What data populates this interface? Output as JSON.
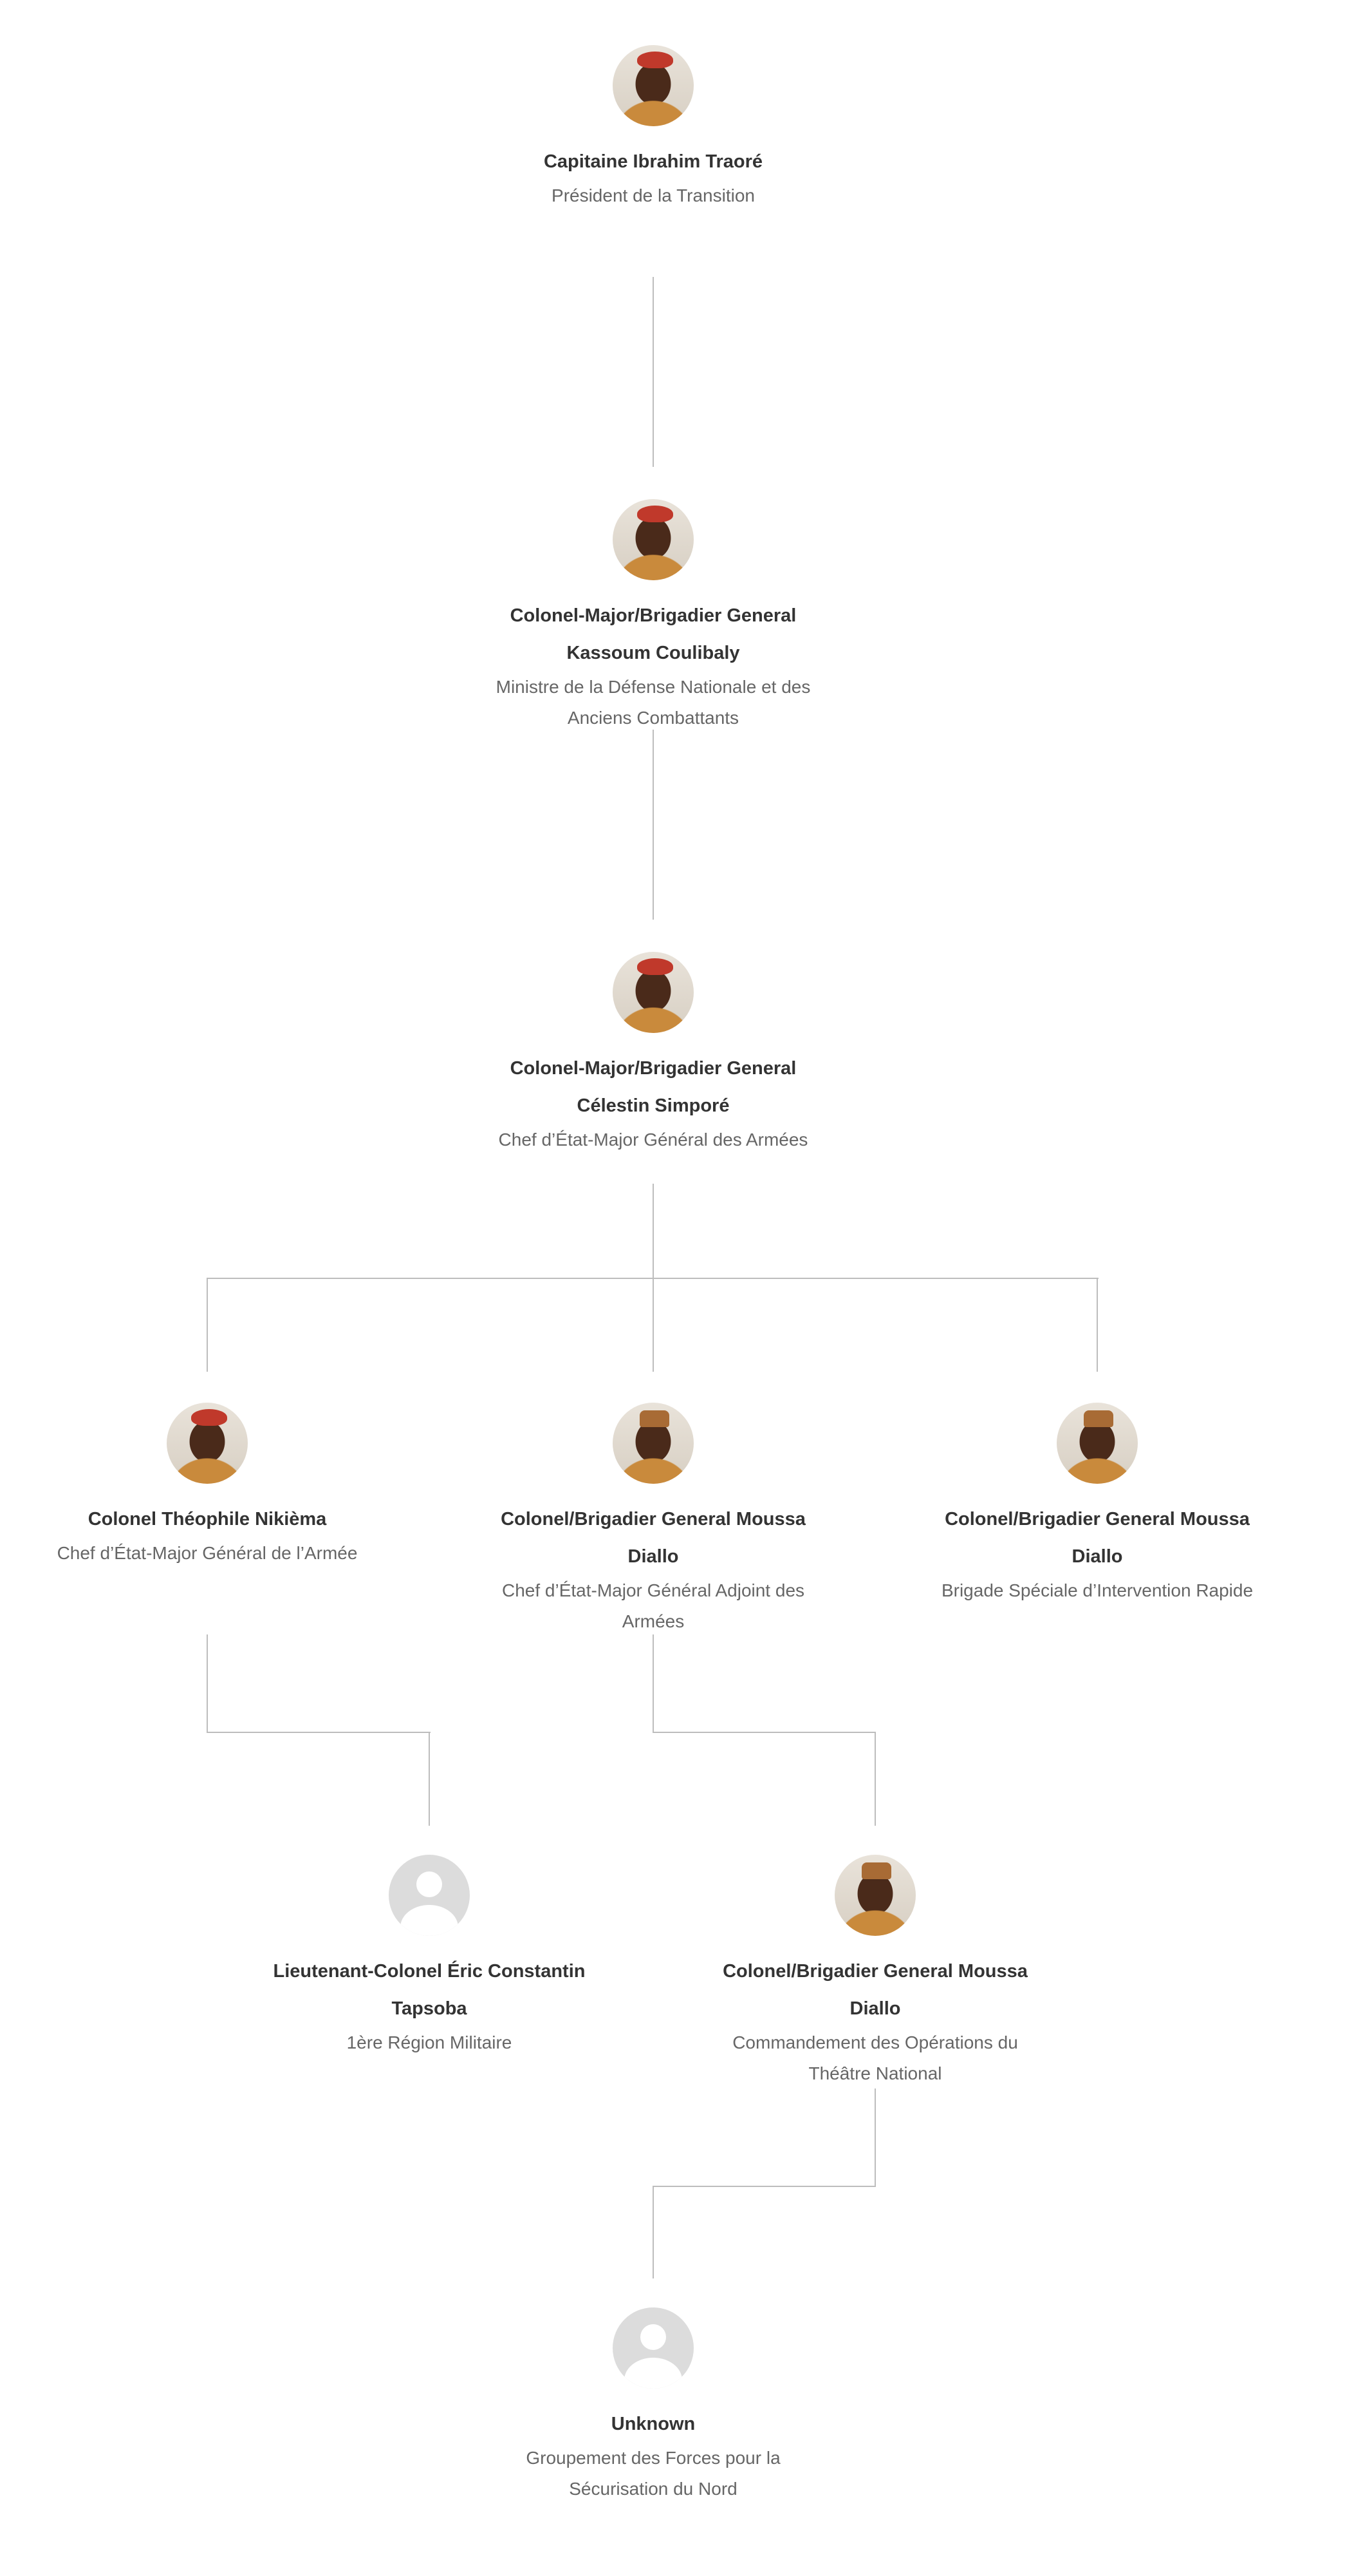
{
  "nodes": [
    {
      "name_lines": [
        "Capitaine Ibrahim Traoré"
      ],
      "role_lines": [
        "Président de la Transition"
      ],
      "avatar": "photo-beret"
    },
    {
      "name_lines": [
        "Colonel-Major/Brigadier General",
        "Kassoum Coulibaly"
      ],
      "role_lines": [
        "Ministre de la Défense Nationale et des",
        "Anciens Combattants"
      ],
      "avatar": "photo-beret"
    },
    {
      "name_lines": [
        "Colonel-Major/Brigadier General",
        "Célestin Simporé"
      ],
      "role_lines": [
        "Chef d’État-Major Général des Armées"
      ],
      "avatar": "photo-beret"
    },
    {
      "name_lines": [
        "Colonel Théophile Nikièma"
      ],
      "role_lines": [
        "Chef d’État-Major Général de l’Armée"
      ],
      "avatar": "photo-beret"
    },
    {
      "name_lines": [
        "Colonel/Brigadier General Moussa",
        "Diallo"
      ],
      "role_lines": [
        "Chef d’État-Major Général Adjoint des",
        "Armées"
      ],
      "avatar": "photo-cap"
    },
    {
      "name_lines": [
        "Colonel/Brigadier General Moussa",
        "Diallo"
      ],
      "role_lines": [
        "Brigade Spéciale d’Intervention Rapide"
      ],
      "avatar": "photo-cap"
    },
    {
      "name_lines": [
        "Lieutenant-Colonel Éric Constantin",
        "Tapsoba"
      ],
      "role_lines": [
        "1ère Région Militaire"
      ],
      "avatar": "placeholder"
    },
    {
      "name_lines": [
        "Colonel/Brigadier General Moussa",
        "Diallo"
      ],
      "role_lines": [
        "Commandement des Opérations du",
        "Théâtre National"
      ],
      "avatar": "photo-cap"
    },
    {
      "name_lines": [
        "Unknown"
      ],
      "role_lines": [
        "Groupement des Forces pour la",
        "Sécurisation du Nord"
      ],
      "avatar": "placeholder"
    }
  ]
}
